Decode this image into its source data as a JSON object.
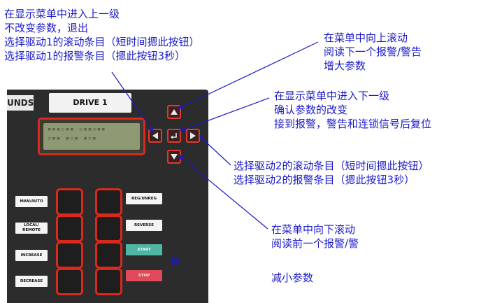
{
  "annotations": {
    "top_left": [
      "在显示菜单中进入上一级",
      "不改变参数，退出",
      "选择驱动1的滚动条目（短时间摁此按钮）",
      "选择驱动1的报警条目（摁此按钮3秒）"
    ],
    "top_right": [
      "在菜单中向上滚动",
      "阅读下一个报警/警告",
      "增大参数"
    ],
    "middle_right": [
      "在显示菜单中进入下一级",
      "确认参数的改变",
      "接到报警，警告和连锁信号后复位"
    ],
    "right_mid": [
      "选择驱动2的滚动条目（短时间摁此按钮）",
      "选择驱动2的报警条目（摁此按钮3秒）"
    ],
    "bottom_right": [
      "在菜单中向下滚动",
      "阅读前一个报警/警"
    ],
    "bottom_right_last": "减小参数",
    "stray_char": "告"
  },
  "panel": {
    "brand": "UNDS",
    "drive_label": "DRIVE 1",
    "left_buttons": [
      "MAN/AUTO",
      "LOCAL/ REMOTE",
      "INCREASE",
      "DECREASE"
    ],
    "right_buttons": [
      "REG/UNREG",
      "REVERSE",
      "START",
      "STOP"
    ]
  },
  "colors": {
    "annotation_text": "#1a1ac8",
    "panel_bg": "#2c2c2c",
    "key_border": "#d8291b",
    "start_label": "#4fb6a6",
    "stop_label": "#e0495a"
  },
  "icons": {
    "up": "arrow-up-icon",
    "down": "arrow-down-icon",
    "left": "arrow-left-icon",
    "right": "arrow-right-icon",
    "enter": "enter-icon"
  }
}
